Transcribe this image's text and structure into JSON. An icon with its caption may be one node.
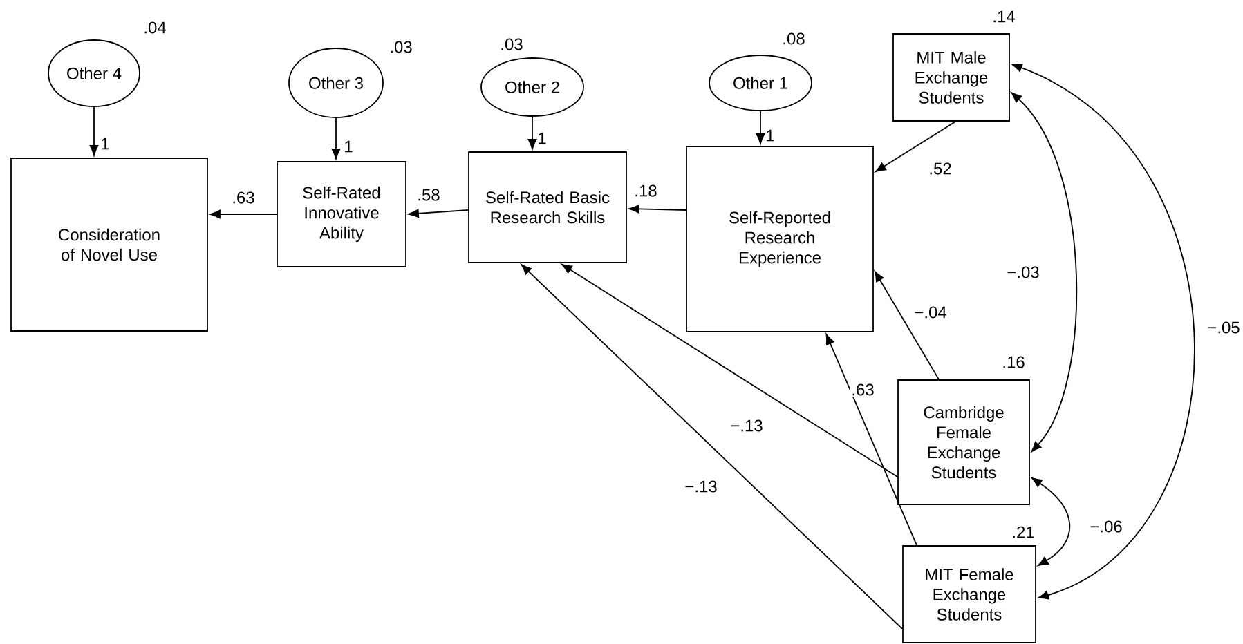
{
  "diagram": {
    "nodes": [
      {
        "text": [
          "Other 4"
        ],
        "beside": [
          ".04"
        ]
      },
      {
        "text": [
          "Consideration of Novel Use"
        ]
      },
      {
        "text": [
          "Other 3"
        ],
        "beside": [
          ".03"
        ]
      },
      {
        "text": [
          "Self-Rated Innovative Ability"
        ]
      },
      {
        "text": [
          "Other 2"
        ],
        "beside": [
          ".03"
        ]
      },
      {
        "text": [
          "Self-Rated Basic Research Skills"
        ]
      },
      {
        "text": [
          "Other 1"
        ],
        "beside": [
          ".08"
        ]
      },
      {
        "text": [
          "Self-Reported Research Experience"
        ]
      },
      {
        "text": [
          "MIT Male Exchange Students"
        ],
        "beside": [
          ".14"
        ]
      },
      {
        "text": [
          "Cambridge Female Exchange Students"
        ],
        "beside": [
          ".16"
        ]
      },
      {
        "text": [
          "MIT Female Exchange Students"
        ],
        "beside": [
          ".21"
        ]
      }
    ],
    "edges": [
      {
        "from": 0,
        "to": 1,
        "arrow": "to",
        "label": "1"
      },
      {
        "from": 2,
        "to": 3,
        "arrow": "to",
        "label": "1"
      },
      {
        "from": 4,
        "to": 5,
        "arrow": "to",
        "label": "1"
      },
      {
        "from": 6,
        "to": 7,
        "arrow": "to",
        "label": "1"
      },
      {
        "from": 3,
        "to": 1,
        "arrow": "to",
        "label": ".63"
      },
      {
        "from": 5,
        "to": 3,
        "arrow": "to",
        "label": ".58"
      },
      {
        "from": 7,
        "to": 5,
        "arrow": "to",
        "label": ".18"
      },
      {
        "from": 8,
        "to": 7,
        "arrow": "to",
        "label": ".52"
      },
      {
        "from": 9,
        "to": 7,
        "arrow": "to",
        "label": "−.04"
      },
      {
        "from": 10,
        "to": 7,
        "arrow": "to",
        "label": ".63"
      },
      {
        "from": 9,
        "to": 5,
        "arrow": "to",
        "label": "−.13"
      },
      {
        "from": 10,
        "to": 5,
        "arrow": "to",
        "label": "−.13"
      },
      {
        "from": 8,
        "to": 9,
        "arrow": "both",
        "label": "−.03"
      },
      {
        "from": 8,
        "to": 10,
        "arrow": "both",
        "label": "−.05"
      },
      {
        "from": 9,
        "to": 10,
        "arrow": "both",
        "label": "−.06"
      }
    ]
  }
}
